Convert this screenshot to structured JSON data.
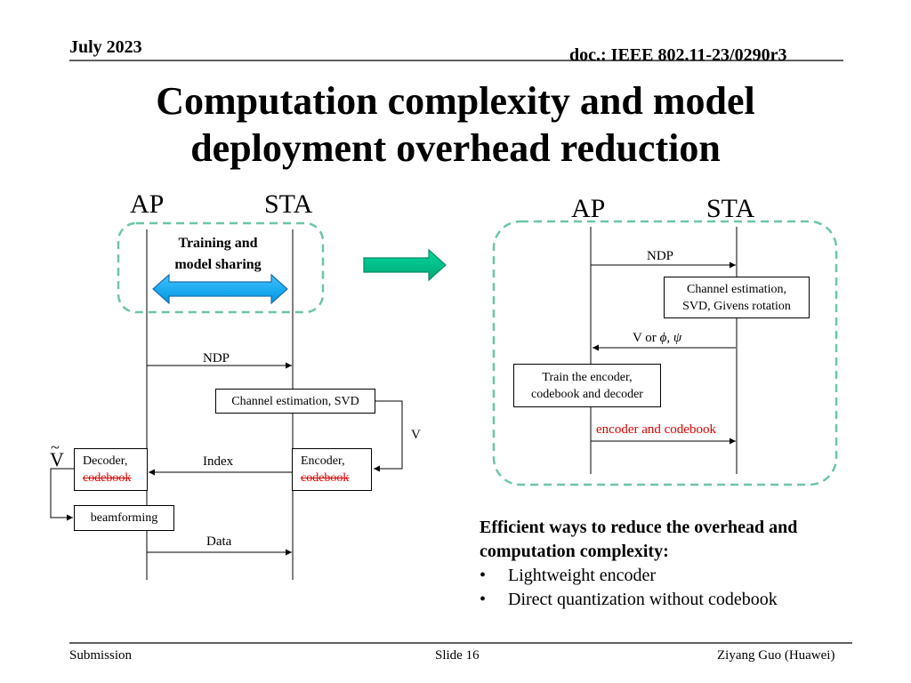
{
  "header": {
    "date": "July 2023",
    "doc": "doc.: IEEE 802.11-23/0290r3"
  },
  "title": {
    "line1": "Computation complexity and model",
    "line2": "deployment overhead reduction"
  },
  "left_diagram": {
    "ap": "AP",
    "sta": "STA",
    "training_line1": "Training and",
    "training_line2": "model sharing",
    "ndp": "NDP",
    "channel_est": "Channel estimation, SVD",
    "v": "V",
    "index": "Index",
    "decoder": "Decoder,",
    "decoder_codebook": "codebook",
    "encoder": "Encoder,",
    "encoder_codebook": "codebook",
    "v_tilde": "V",
    "beamforming": "beamforming",
    "data": "Data"
  },
  "right_diagram": {
    "ap": "AP",
    "sta": "STA",
    "ndp": "NDP",
    "channel_est_line1": "Channel estimation,",
    "channel_est_line2": "SVD, Givens rotation",
    "v_or": "V or",
    "phi_psi": "ϕ, ψ",
    "train_line1": "Train the encoder,",
    "train_line2": "codebook and decoder",
    "encoder_codebook": "encoder and codebook"
  },
  "summary": {
    "heading_line1": "Efficient ways to reduce the overhead and",
    "heading_line2": "computation complexity:",
    "items": [
      "Lightweight encoder",
      "Direct quantization without codebook"
    ]
  },
  "footer": {
    "left": "Submission",
    "center": "Slide 16",
    "right": "Ziyang Guo (Huawei)"
  },
  "colors": {
    "arrow_blue": "#00a6ef",
    "arrow_green": "#00c08a",
    "dash_teal": "#6dc5a6",
    "red": "#e00000"
  }
}
